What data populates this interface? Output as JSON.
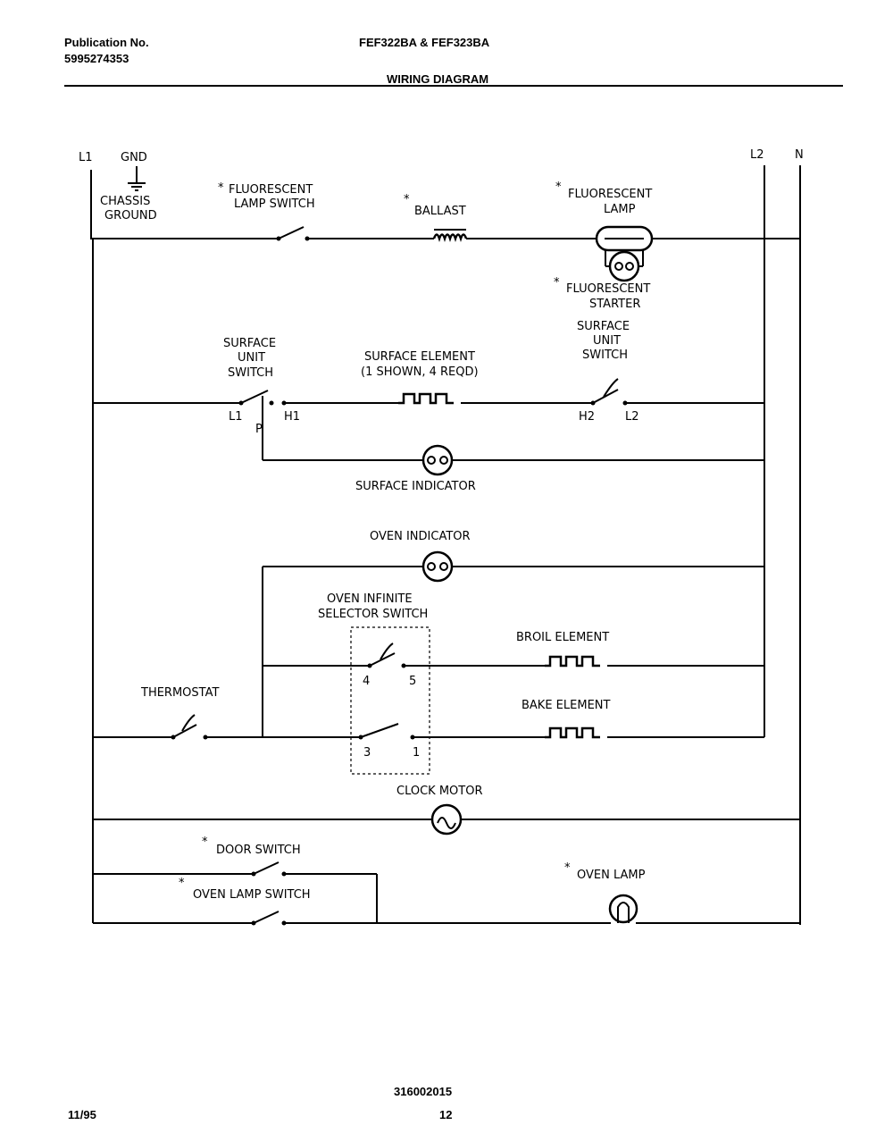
{
  "header": {
    "publication_label": "Publication No.",
    "publication_number": "5995274353",
    "models": "FEF322BA & FEF323BA",
    "section_title": "WIRING DIAGRAM"
  },
  "lines": {
    "l1": "L1",
    "gnd": "GND",
    "l2": "L2",
    "n": "N",
    "chassis_ground_1": "CHASSIS",
    "chassis_ground_2": "GROUND"
  },
  "components": {
    "fluorescent_lamp_switch_1": "FLUORESCENT",
    "fluorescent_lamp_switch_2": "LAMP SWITCH",
    "ballast": "BALLAST",
    "fluorescent_lamp_1": "FLUORESCENT",
    "fluorescent_lamp_2": "LAMP",
    "fluorescent_starter_1": "FLUORESCENT",
    "fluorescent_starter_2": "STARTER",
    "surface_unit_switch_left_1": "SURFACE",
    "surface_unit_switch_left_2": "UNIT",
    "surface_unit_switch_left_3": "SWITCH",
    "surface_element_1": "SURFACE ELEMENT",
    "surface_element_2": "(1 SHOWN, 4 REQD)",
    "surface_unit_switch_right_1": "SURFACE",
    "surface_unit_switch_right_2": "UNIT",
    "surface_unit_switch_right_3": "SWITCH",
    "terminal_l1": "L1",
    "terminal_h1": "H1",
    "terminal_p": "P",
    "terminal_h2": "H2",
    "terminal_l2": "L2",
    "surface_indicator": "SURFACE INDICATOR",
    "oven_indicator": "OVEN INDICATOR",
    "oven_selector_1": "OVEN INFINITE",
    "oven_selector_2": "SELECTOR SWITCH",
    "broil_element": "BROIL ELEMENT",
    "bake_element": "BAKE ELEMENT",
    "thermostat": "THERMOSTAT",
    "terminal_4": "4",
    "terminal_5": "5",
    "terminal_3": "3",
    "terminal_1": "1",
    "clock_motor": "CLOCK MOTOR",
    "door_switch": "DOOR SWITCH",
    "oven_lamp_switch": "OVEN LAMP SWITCH",
    "oven_lamp": "OVEN LAMP",
    "optional_mark": "*"
  },
  "footer": {
    "doc_number": "316002015",
    "date": "11/95",
    "page": "12"
  }
}
